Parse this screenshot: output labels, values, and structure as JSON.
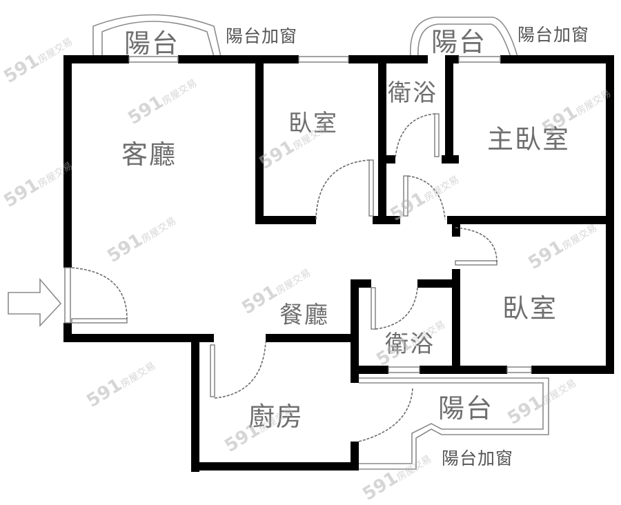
{
  "floorplan": {
    "rooms": {
      "living_room": "客廳",
      "bedroom_1": "臥室",
      "bathroom_1": "衛浴",
      "master_bedroom": "主臥室",
      "bedroom_2": "臥室",
      "dining_room": "餐廳",
      "bathroom_2": "衛浴",
      "kitchen": "廚房"
    },
    "balconies": {
      "balcony_top_left": "陽台",
      "balcony_top_left_note": "陽台加窗",
      "balcony_top_right": "陽台",
      "balcony_top_right_note": "陽台加窗",
      "balcony_bottom": "陽台",
      "balcony_bottom_note": "陽台加窗"
    },
    "entrance_arrow": "entrance-arrow",
    "watermark": {
      "number": "591",
      "text": "房屋交易"
    },
    "colors": {
      "wall": "#000000",
      "label": "#6e6e6e",
      "outline": "#8a8a8a",
      "background": "#ffffff"
    }
  }
}
